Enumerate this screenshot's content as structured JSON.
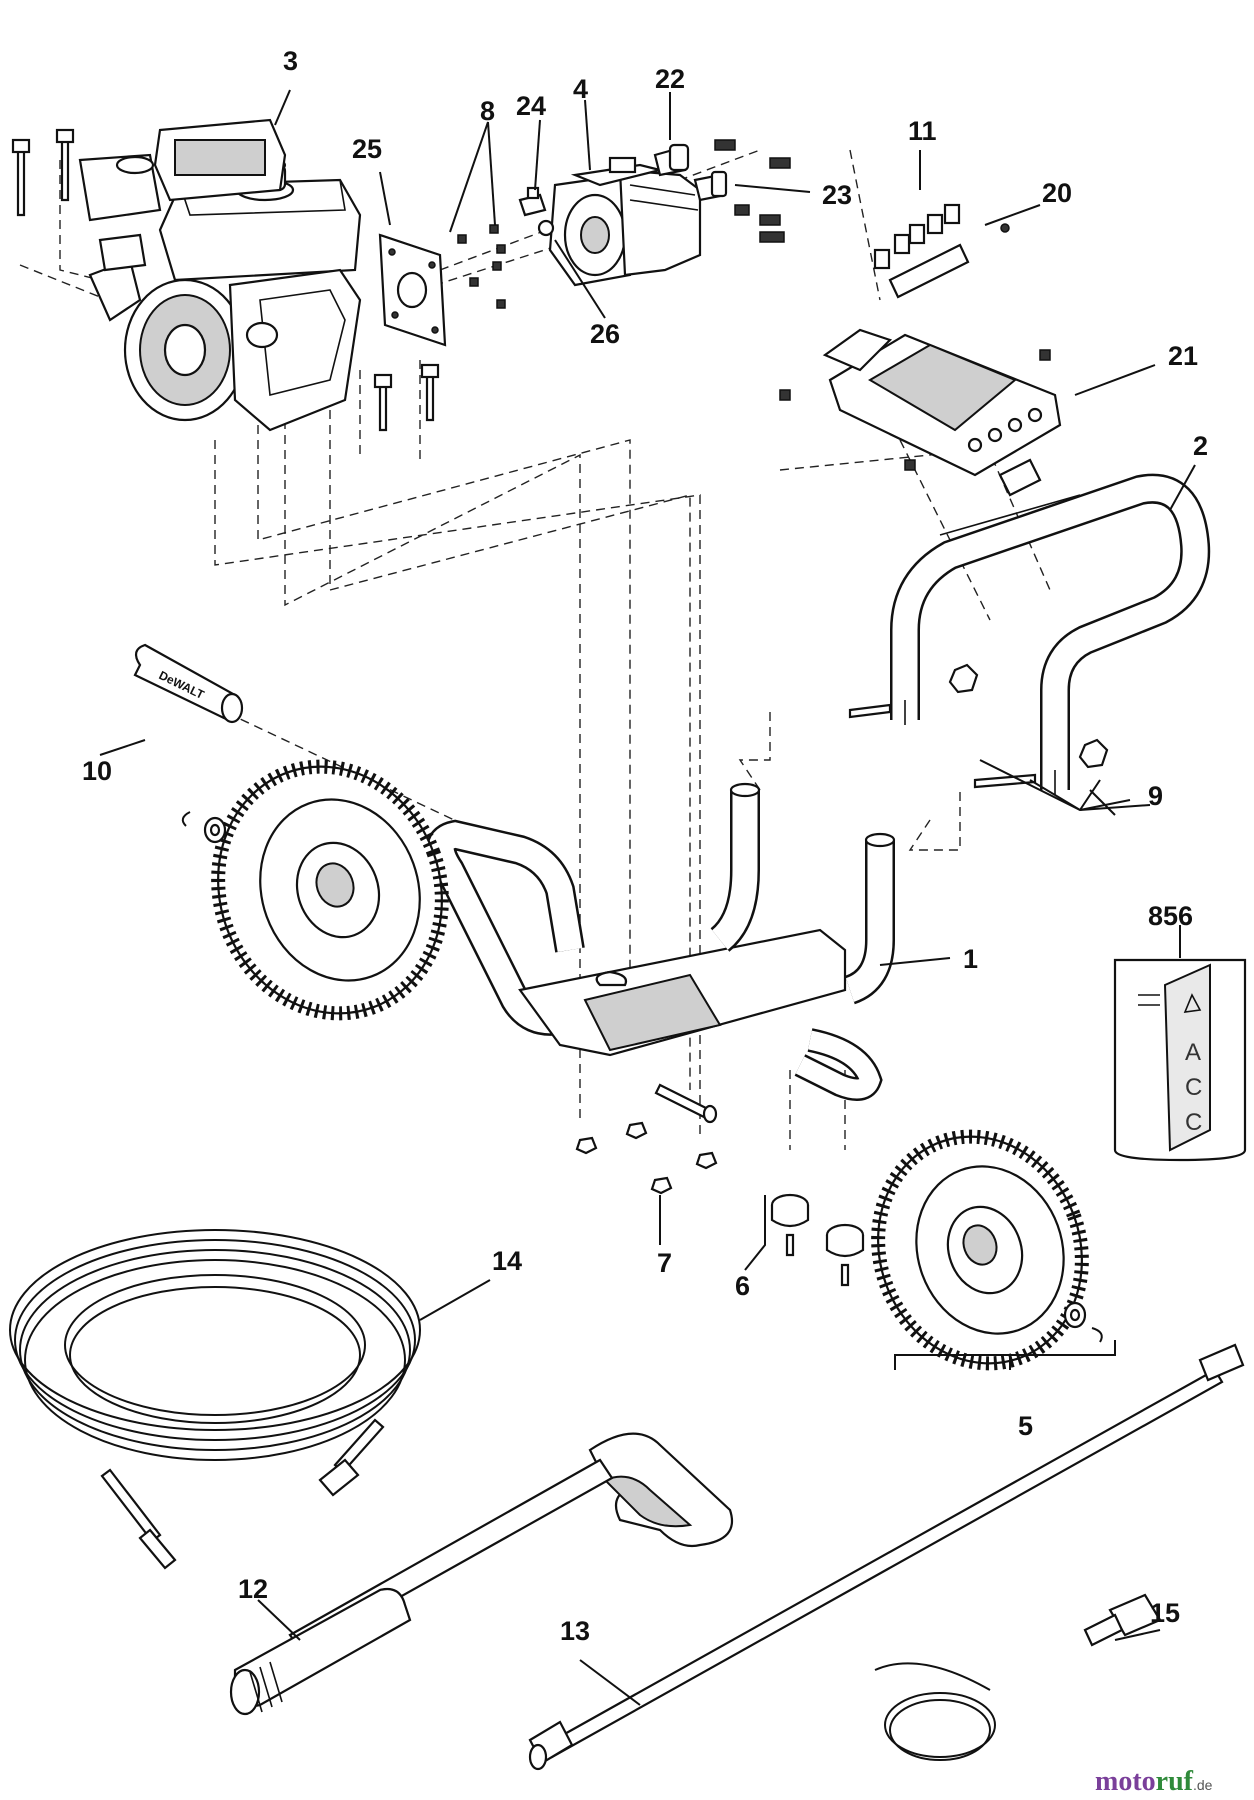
{
  "diagram": {
    "type": "exploded-parts-diagram",
    "part_labels": {
      "p1": "1",
      "p2": "2",
      "p3": "3",
      "p4": "4",
      "p5": "5",
      "p6": "6",
      "p7": "7",
      "p8": "8",
      "p9": "9",
      "p10": "10",
      "p11": "11",
      "p12": "12",
      "p13": "13",
      "p14": "14",
      "p15": "15",
      "p20": "20",
      "p21": "21",
      "p22": "22",
      "p23": "23",
      "p24": "24",
      "p25": "25",
      "p26": "26",
      "p856": "856"
    },
    "card_letters": [
      "A",
      "C",
      "C"
    ],
    "grip_logo": "DeWALT"
  },
  "watermark": {
    "part_a": "moto",
    "part_b": "ruf",
    "suffix": ".de"
  },
  "colors": {
    "line": "#111111",
    "watermark_purple": "#7a3f9a",
    "watermark_green": "#2f8a3a"
  }
}
